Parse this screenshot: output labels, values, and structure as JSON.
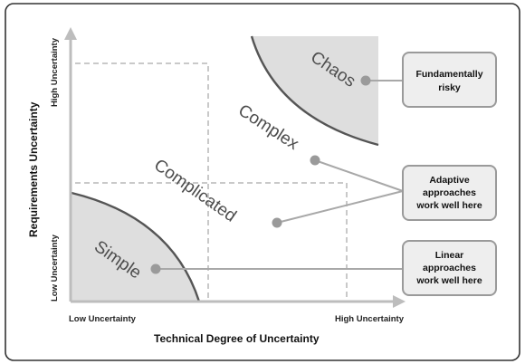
{
  "axes": {
    "x_low": "Low Uncertainty",
    "x_high": "High Uncertainty",
    "x_title": "Technical Degree of Uncertainty",
    "y_low": "Low Uncertainty",
    "y_high": "High Uncertainty",
    "y_title": "Requirements Uncertainty"
  },
  "zones": {
    "simple": "Simple",
    "complicated": "Complicated",
    "complex": "Complex",
    "chaos": "Chaos"
  },
  "callouts": {
    "risky": [
      "Fundamentally",
      "risky"
    ],
    "adaptive": [
      "Adaptive",
      "approaches",
      "work well here"
    ],
    "linear": [
      "Linear",
      "approaches",
      "work well here"
    ]
  },
  "colors": {
    "shade": "#dedede",
    "box_fill": "#eeeeee",
    "box_stroke": "#9a9a9a",
    "connector": "#a8a8a8",
    "dot": "#9a9a9a",
    "dash": "#c9c9c9",
    "axis": "#bdbdbd",
    "curve": "#555555"
  }
}
